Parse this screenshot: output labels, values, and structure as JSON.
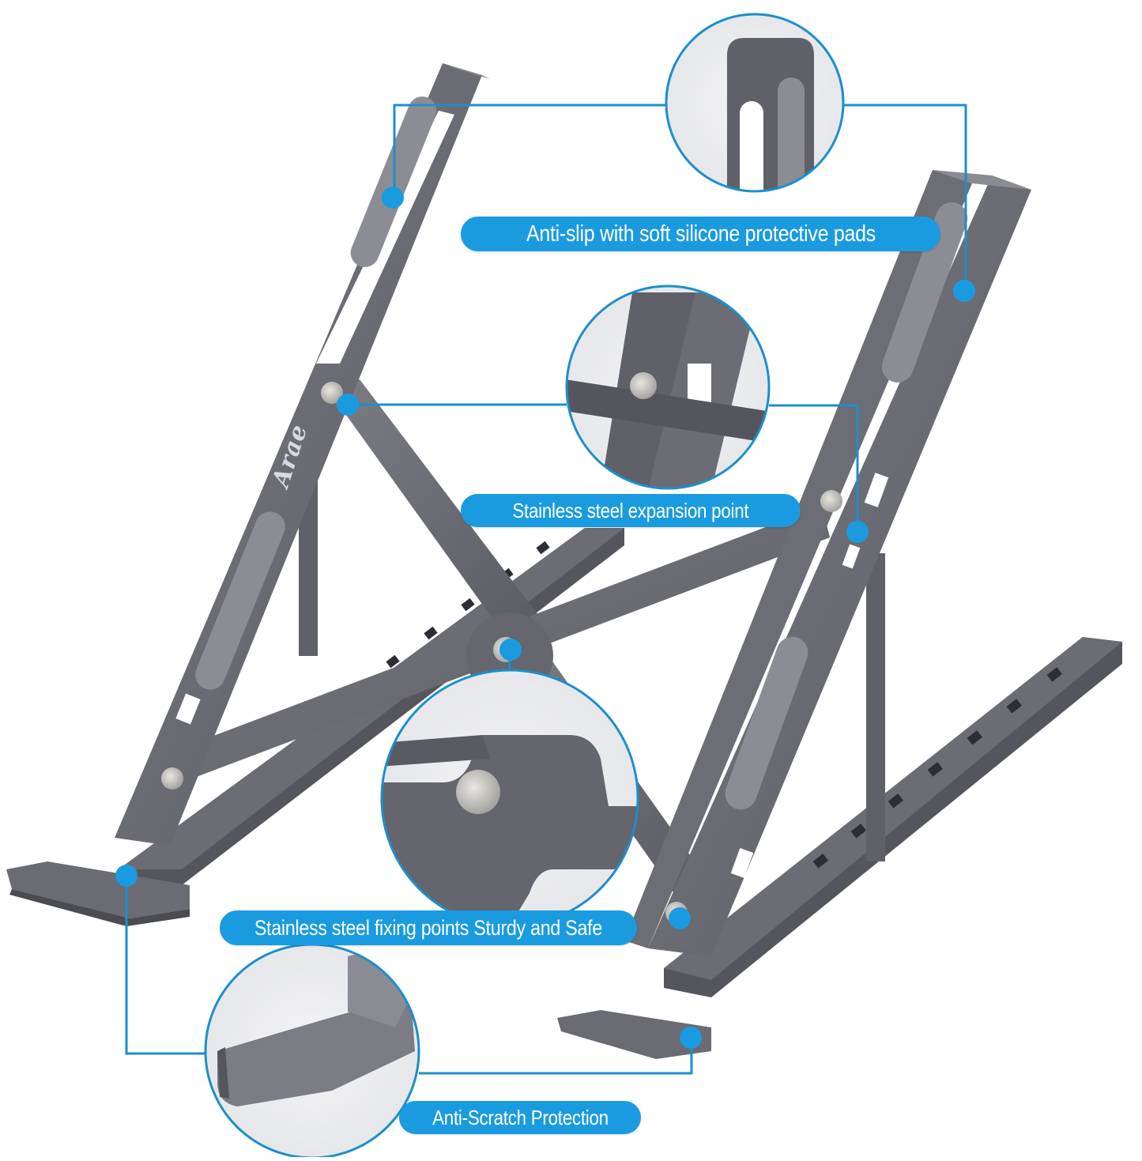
{
  "image": {
    "subject": "Adjustable aluminium laptop stand, space gray, with feature callouts",
    "brand_logo_text": "Arae",
    "colors": {
      "accent": "#1a9be0",
      "callout_line": "#1b8fcc",
      "metal_dark": "#5d5e65",
      "metal_mid": "#6e6f77",
      "metal_light": "#8a8b93",
      "silicone_pad": "#8c8d94",
      "background": "#ffffff"
    }
  },
  "callouts": [
    {
      "id": "silicone-pads",
      "label": "Anti-slip with soft silicone protective pads"
    },
    {
      "id": "expansion-point",
      "label": "Stainless steel expansion point"
    },
    {
      "id": "fixing-points",
      "label": "Stainless steel fixing points Sturdy and Safe"
    },
    {
      "id": "anti-scratch",
      "label": "Anti-Scratch Protection"
    }
  ],
  "detail_views": [
    {
      "id": "pad-closeup",
      "depicts": "top end of arm with silicone pad"
    },
    {
      "id": "expansion-closeup",
      "depicts": "stainless steel expansion pin in slot"
    },
    {
      "id": "fixing-closeup",
      "depicts": "central stainless steel pivot rivet"
    },
    {
      "id": "foot-closeup",
      "depicts": "anti-scratch foot lip"
    }
  ]
}
